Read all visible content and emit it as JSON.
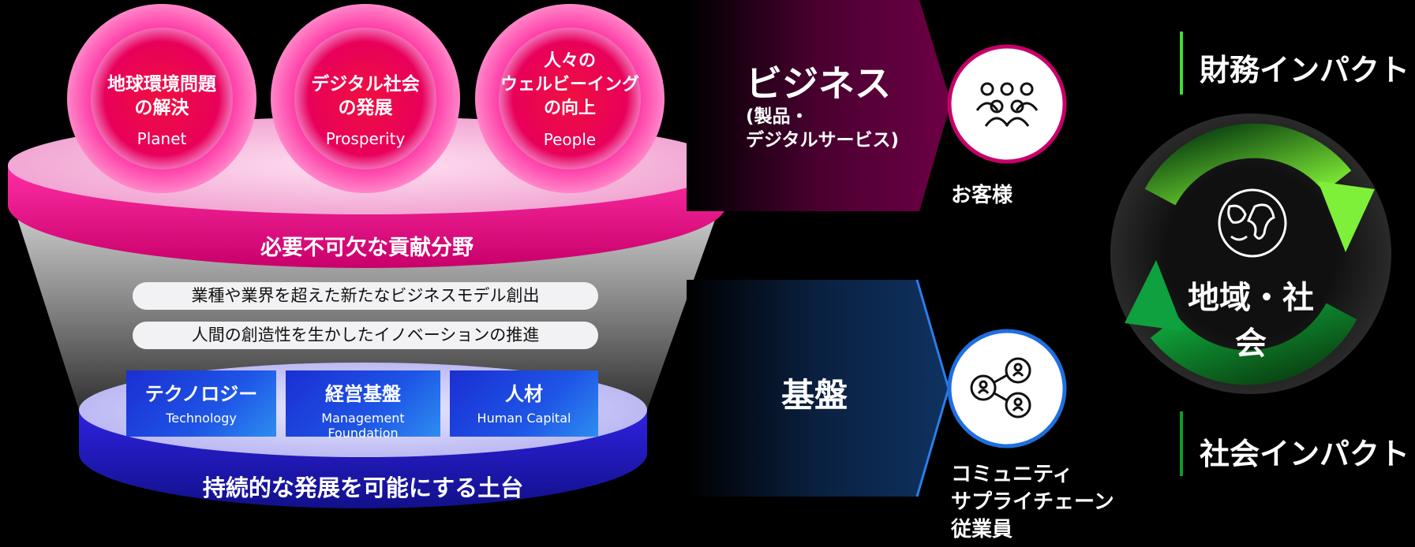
{
  "circles": [
    {
      "jp": [
        "地球環境問題",
        "の解決"
      ],
      "en": "Planet"
    },
    {
      "jp": [
        "デジタル社会",
        "の発展"
      ],
      "en": "Prosperity"
    },
    {
      "jp": [
        "人々の",
        "ウェルビーイング",
        "の向上"
      ],
      "en": "People"
    }
  ],
  "pink_band_title": "必要不可欠な貢献分野",
  "pills": [
    "業種や業界を超えた新たなビジネスモデル創出",
    "人間の創造性を生かしたイノベーションの推進"
  ],
  "tiles": [
    {
      "jp": "テクノロジー",
      "en": "Technology"
    },
    {
      "jp": "経営基盤",
      "en": "Management Foundation"
    },
    {
      "jp": "人材",
      "en": "Human Capital"
    }
  ],
  "blue_band_title": "持続的な発展を可能にする土台",
  "business": {
    "title": "ビジネス",
    "sub1": "(製品・",
    "sub2": "デジタルサービス)"
  },
  "foundation": {
    "title": "基盤"
  },
  "customers": {
    "label": "お客様"
  },
  "stakeholders": {
    "lines": [
      "コミュニティ",
      "サプライチェーン",
      "従業員"
    ]
  },
  "impact_top": "財務インパクト",
  "impact_bottom": "社会インパクト",
  "cycle_label": "地域・社会",
  "colors": {
    "pink": "#e0057a",
    "blue": "#1a2fd0",
    "green": "#3ddc3a",
    "business_arrow": "#6a0040",
    "foundation_arrow": "#0d2b58"
  }
}
